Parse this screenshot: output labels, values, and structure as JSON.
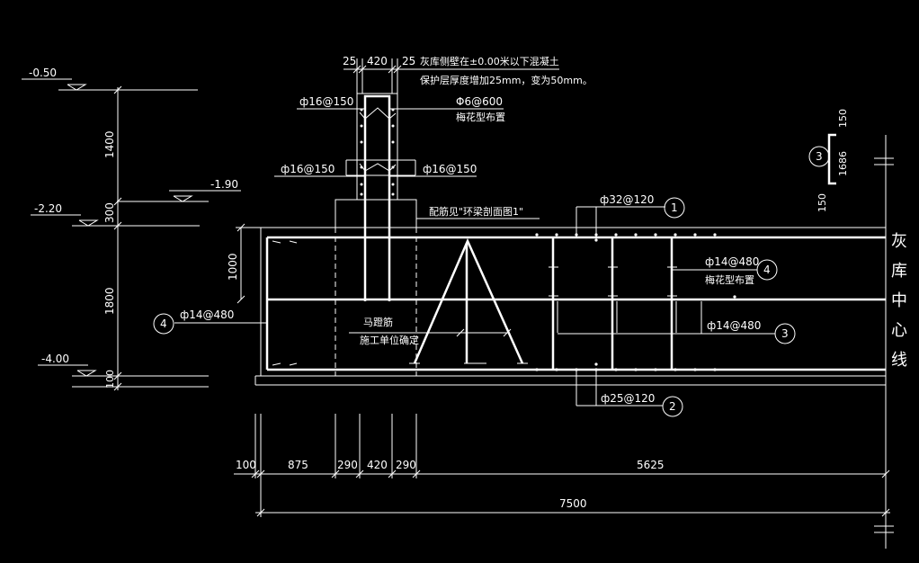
{
  "elevations": [
    "-0.50",
    "-1.90",
    "-2.20",
    "-4.00"
  ],
  "vertical_dims": [
    "1400",
    "300",
    "1800",
    "100",
    "1000"
  ],
  "top_dims": [
    "25",
    "420",
    "25"
  ],
  "notes": {
    "cover_line1": "灰库侧壁在±0.00米以下混凝土",
    "cover_line2": "保护层厚度增加25mm，变为50mm。"
  },
  "rebar_labels": {
    "wall_top": "ф16@150",
    "wall_left": "ф16@150",
    "wall_right": "ф16@150",
    "tie": "Φ6@600",
    "tie_note": "梅花型布置",
    "ring_beam": "配筋见\"环梁剖面图1\"",
    "top_bar": "ф32@120",
    "middle_bar": "ф14@480",
    "middle_note": "梅花型布置",
    "stirrup": "ф14@480",
    "left_bar": "ф14@480",
    "bottom_bar": "ф25@120",
    "horse_line1": "马蹬筋",
    "horse_line2": "施工单位确定"
  },
  "markers": [
    "1",
    "2",
    "3",
    "4",
    "4",
    "3"
  ],
  "detail3": {
    "dim_top": "150",
    "dim_mid": "1686",
    "dim_bot": "150"
  },
  "centerline": [
    "灰",
    "库",
    "中",
    "心",
    "线"
  ],
  "bottom_dims": [
    "100",
    "875",
    "290",
    "420",
    "290",
    "5625"
  ],
  "total_dim": "7500"
}
